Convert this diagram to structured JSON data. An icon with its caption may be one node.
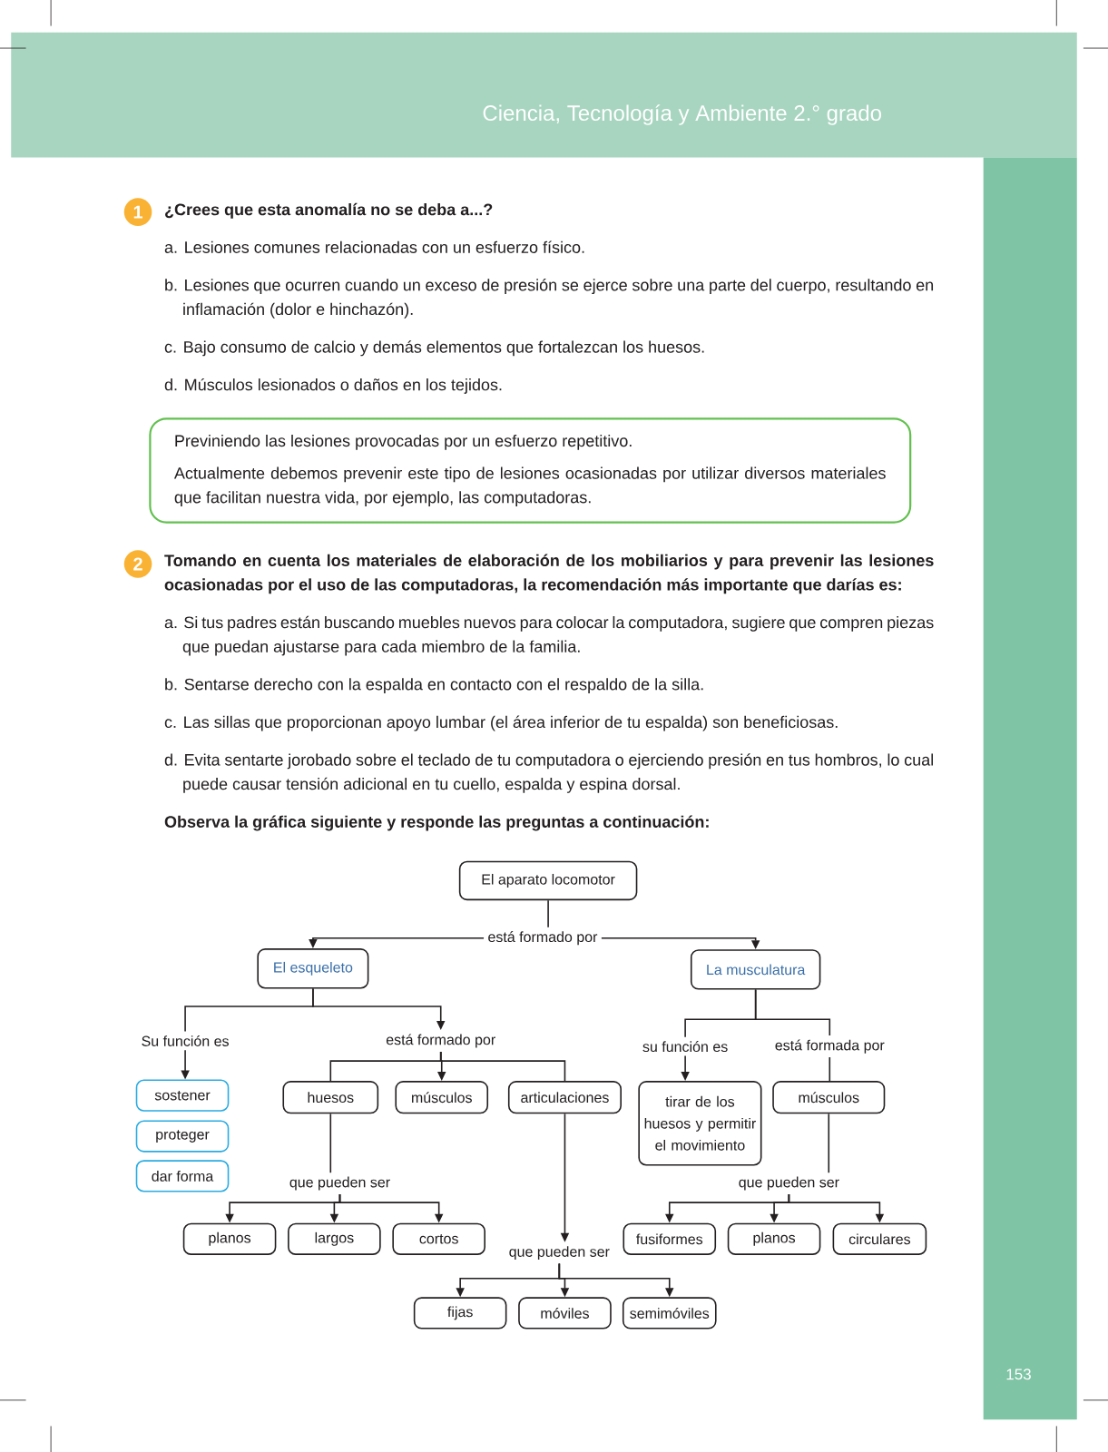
{
  "diagram": {
    "nodes": [
      {
        "text": [
          "Previniendo las lesiones provocadas por un esfuerzo repetitivo.",
          "Actualmente debemos prevenir este tipo de lesiones ocasionadas por utilizar diversos materiales que facilitan nuestra vida, por ejemplo, las computadoras."
        ]
      },
      {
        "text": [
          "El aparato locomotor"
        ]
      },
      {
        "text": [
          "está formado por"
        ]
      },
      {
        "text": [
          "El esqueleto"
        ]
      },
      {
        "text": [
          "La musculatura"
        ]
      },
      {
        "text": [
          "Su función es"
        ]
      },
      {
        "text": [
          "está formado por"
        ]
      },
      {
        "text": [
          "sostener"
        ]
      },
      {
        "text": [
          "proteger"
        ]
      },
      {
        "text": [
          "dar forma"
        ]
      },
      {
        "text": [
          "huesos"
        ]
      },
      {
        "text": [
          "músculos"
        ]
      },
      {
        "text": [
          "articulaciones"
        ]
      },
      {
        "text": [
          "que pueden ser"
        ]
      },
      {
        "text": [
          "planos"
        ]
      },
      {
        "text": [
          "largos"
        ]
      },
      {
        "text": [
          "cortos"
        ]
      },
      {
        "text": [
          "que pueden ser"
        ]
      },
      {
        "text": [
          "fijas"
        ]
      },
      {
        "text": [
          "móviles"
        ]
      },
      {
        "text": [
          "semimóviles"
        ]
      },
      {
        "text": [
          "su función es"
        ]
      },
      {
        "text": [
          "está formada por"
        ]
      },
      {
        "text": [
          "tirar de los huesos y permitir el movimiento"
        ]
      },
      {
        "text": [
          "músculos"
        ]
      },
      {
        "text": [
          "que pueden ser"
        ]
      },
      {
        "text": [
          "fusiformes"
        ]
      },
      {
        "text": [
          "planos"
        ]
      },
      {
        "text": [
          "circulares"
        ]
      }
    ],
    "edges": [
      {
        "from": 1,
        "to": 2,
        "arrow": "none"
      },
      {
        "from": 2,
        "to": 3,
        "arrow": "to"
      },
      {
        "from": 2,
        "to": 4,
        "arrow": "to"
      },
      {
        "from": 3,
        "to": 5,
        "arrow": "none"
      },
      {
        "from": 3,
        "to": 6,
        "arrow": "to"
      },
      {
        "from": 5,
        "to": 7,
        "arrow": "to"
      },
      {
        "from": 6,
        "to": 10,
        "arrow": "none"
      },
      {
        "from": 6,
        "to": 11,
        "arrow": "to"
      },
      {
        "from": 6,
        "to": 12,
        "arrow": "none"
      },
      {
        "from": 10,
        "to": 13,
        "arrow": "none"
      },
      {
        "from": 13,
        "to": 14,
        "arrow": "to"
      },
      {
        "from": 13,
        "to": 15,
        "arrow": "to"
      },
      {
        "from": 13,
        "to": 16,
        "arrow": "to"
      },
      {
        "from": 12,
        "to": 17,
        "arrow": "to"
      },
      {
        "from": 17,
        "to": 18,
        "arrow": "to"
      },
      {
        "from": 17,
        "to": 19,
        "arrow": "to"
      },
      {
        "from": 17,
        "to": 20,
        "arrow": "to"
      },
      {
        "from": 4,
        "to": 21,
        "arrow": "none"
      },
      {
        "from": 4,
        "to": 22,
        "arrow": "none"
      },
      {
        "from": 21,
        "to": 23,
        "arrow": "to"
      },
      {
        "from": 22,
        "to": 24,
        "arrow": "none"
      },
      {
        "from": 24,
        "to": 25,
        "arrow": "none"
      },
      {
        "from": 25,
        "to": 26,
        "arrow": "to"
      },
      {
        "from": 25,
        "to": 27,
        "arrow": "to"
      },
      {
        "from": 25,
        "to": 28,
        "arrow": "to"
      }
    ],
    "labels": [
      "Ciencia, Tecnología y Ambiente 2.° grado",
      "1",
      "¿Crees que esta anomalía no se deba a...?",
      "a. Lesiones comunes relacionadas con un esfuerzo físico.",
      "b. Lesiones que ocurren cuando un exceso de presión se ejerce sobre una parte del cuerpo, resultando en inflamación (dolor e hinchazón).",
      "c. Bajo consumo de calcio y demás elementos que fortalezcan los huesos.",
      "d. Músculos lesionados o daños en los tejidos.",
      "2",
      "Tomando en cuenta los materiales de elaboración de los mobiliarios y para prevenir las lesiones ocasionadas por el uso de las computadoras, la recomendación más importante que darías es:",
      "a. Si tus padres están buscando muebles nuevos para colocar la computadora, sugiere que compren piezas que puedan ajustarse para cada miembro de la familia.",
      "b. Sentarse derecho con la espalda en contacto con el respaldo de la silla.",
      "c. Las sillas que proporcionan apoyo lumbar (el área inferior de tu espalda) son beneficiosas.",
      "d. Evita sentarte jorobado sobre el teclado de tu computadora o ejerciendo presión en tus hombros, lo cual puede causar tensión adicional en tu cuello, espalda y espina dorsal.",
      "Observa la gráfica siguiente y responde las preguntas a continuación:",
      "153"
    ]
  }
}
